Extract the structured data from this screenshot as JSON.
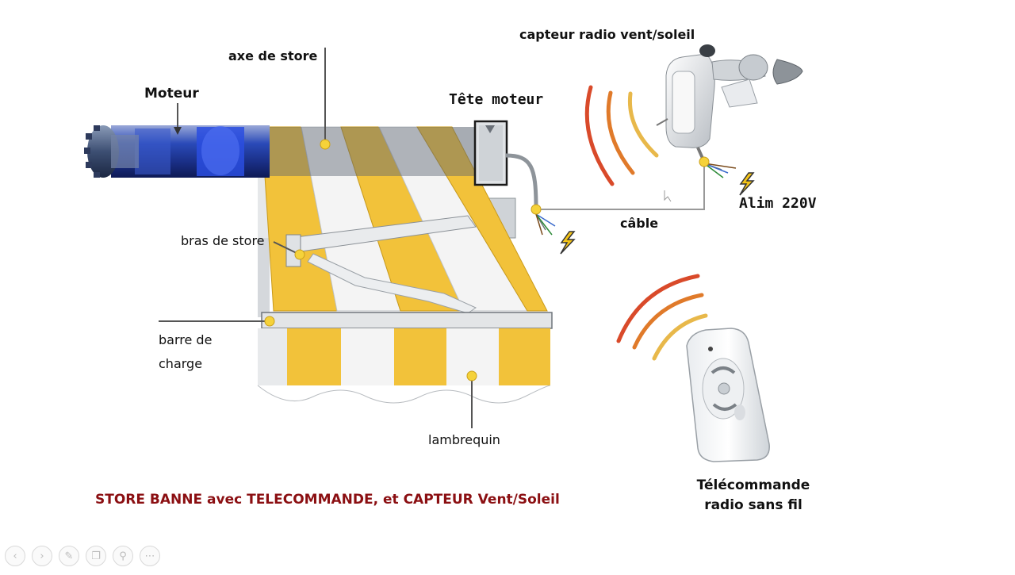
{
  "labels": {
    "moteur": "Moteur",
    "axe": "axe de store",
    "tete": "Tête moteur",
    "capteur": "capteur radio vent/soleil",
    "alim": "Alim 220V",
    "cable": "câble",
    "bras": "bras de store",
    "barre_line1": "barre de",
    "barre_line2": "charge",
    "lambrequin": "lambrequin"
  },
  "caption": "STORE BANNE avec TELECOMMANDE, et CAPTEUR Vent/Soleil",
  "remote": {
    "line1": "Télécommande",
    "line2": "radio sans fil"
  },
  "colors": {
    "stripe_yellow": "#f2c23a",
    "stripe_white": "#f4f4f4",
    "caption": "#8b0f12",
    "wave_red": "#d94a2a",
    "wave_orange": "#e07a2a",
    "wave_yellow": "#e8b84a",
    "motor_blue": "#2340a8",
    "callout_dot": "#f5d23a"
  },
  "icons": {
    "lightning": "lightning-icon",
    "toolbar": [
      "prev-icon",
      "next-icon",
      "pen-icon",
      "copy-icon",
      "zoom-icon",
      "more-icon"
    ]
  }
}
